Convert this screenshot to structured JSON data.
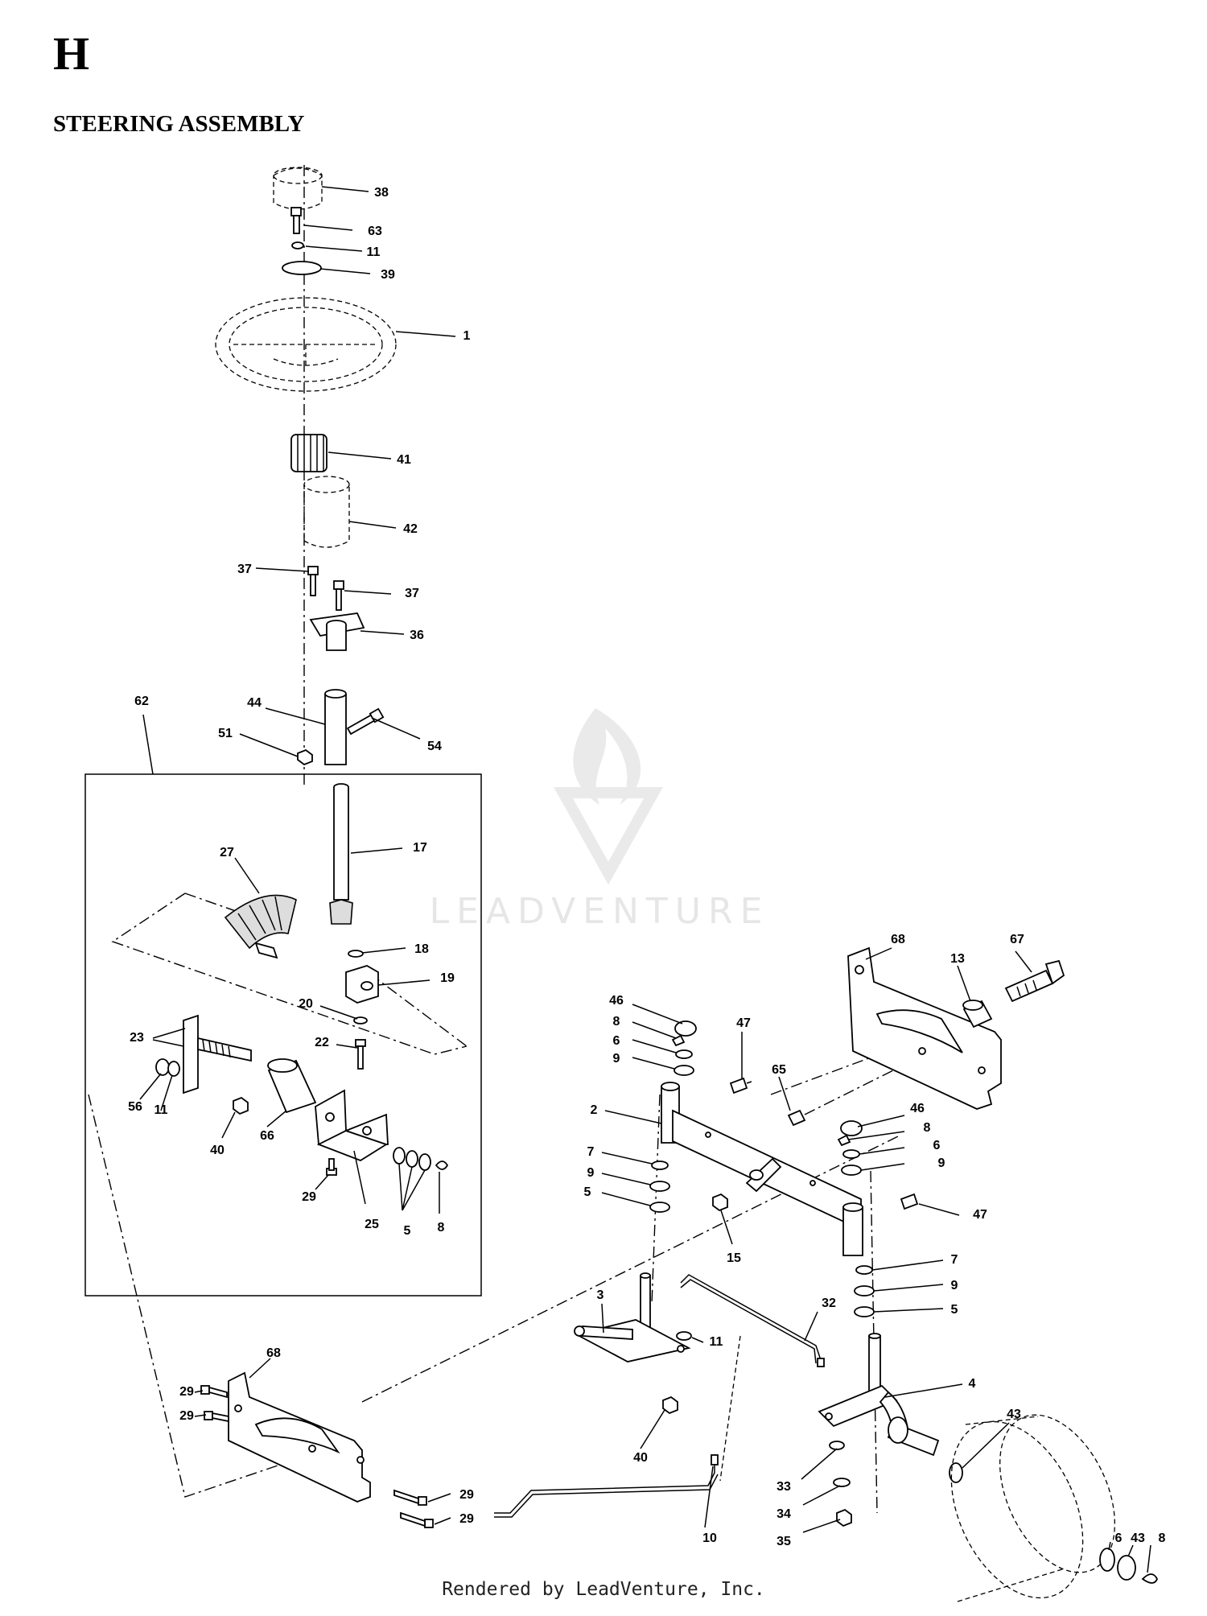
{
  "section_letter": "H",
  "title": "STEERING ASSEMBLY",
  "watermark": "LEADVENTURE",
  "footer": "Rendered by LeadVenture, Inc.",
  "callouts": [
    "38",
    "63",
    "11",
    "39",
    "1",
    "41",
    "42",
    "37",
    "37",
    "36",
    "62",
    "44",
    "51",
    "54",
    "17",
    "27",
    "18",
    "19",
    "20",
    "22",
    "23",
    "56",
    "11",
    "40",
    "66",
    "29",
    "25",
    "5",
    "8",
    "68",
    "67",
    "13",
    "46",
    "8",
    "6",
    "9",
    "47",
    "65",
    "2",
    "46",
    "8",
    "6",
    "9",
    "7",
    "9",
    "5",
    "15",
    "47",
    "7",
    "9",
    "5",
    "3",
    "32",
    "11",
    "4",
    "40",
    "43",
    "68",
    "29",
    "29",
    "29",
    "29",
    "33",
    "34",
    "35",
    "10",
    "6",
    "43",
    "8"
  ]
}
